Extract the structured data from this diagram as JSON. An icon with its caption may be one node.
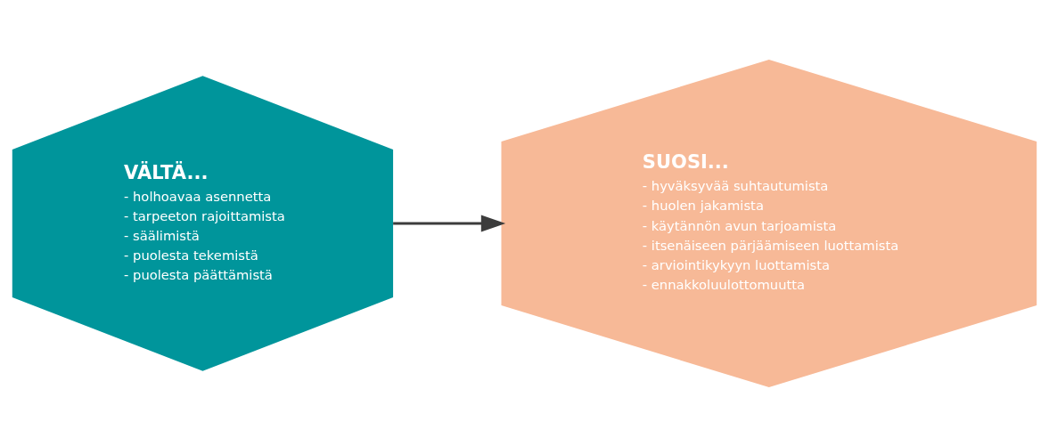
{
  "diagram": {
    "nodes": [
      {
        "text": [
          "VÄLTÄ...",
          "- holhoavaa asennetta",
          "- tarpeeton rajoittamista",
          "- säälimistä",
          "- puolesta tekemistä",
          "- puolesta päättämistä"
        ]
      },
      {
        "text": [
          "SUOSI...",
          "- hyväksyvää suhtautumista",
          "- huolen jakamista",
          "- käytännön avun tarjoamista",
          "- itsenäiseen pärjäämiseen luottamista",
          "- arviointikykyyn luottamista",
          "- ennakkoluulottomuutta"
        ]
      }
    ],
    "edges": [
      {
        "from": 0,
        "to": 1,
        "arrow": "to",
        "color": "#3c3c3c"
      }
    ]
  }
}
